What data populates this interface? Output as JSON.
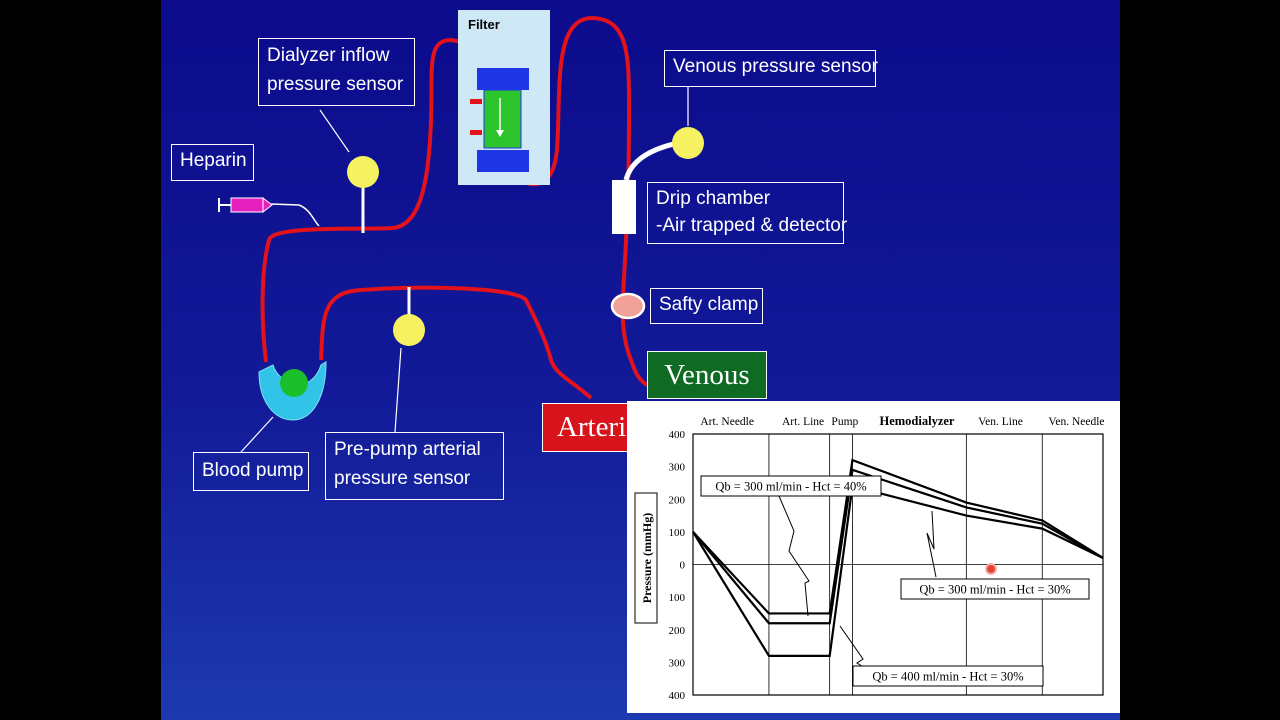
{
  "labels": {
    "filter": "Filter",
    "dialyzer_inflow": [
      "Dialyzer inflow",
      "pressure sensor"
    ],
    "heparin": "Heparin",
    "venous_pressure_sensor": "Venous pressure sensor",
    "drip_chamber": [
      "Drip chamber",
      "-Air trapped & detector"
    ],
    "safety_clamp": "Safty clamp",
    "venous": "Venous",
    "arterial": "Arterial",
    "blood_pump": "Blood pump",
    "pre_pump": [
      "Pre-pump arterial",
      "pressure sensor"
    ]
  },
  "colors": {
    "background": "#10168f",
    "tubing": "#e3121b",
    "sensor": "#f6f161",
    "pump": "#31c3e8",
    "filter_ends": "#1f36e6",
    "filter_core": "#2bc52b",
    "heparin_syringe": "#e61fbf",
    "venous_box": "#0f6b23",
    "arterial_box": "#d7141b"
  },
  "chart_data": {
    "type": "line",
    "title": "",
    "categories": [
      "Art. Needle",
      "Art. Line",
      "Pump",
      "Hemodialyzer",
      "Ven. Line",
      "Ven. Needle"
    ],
    "ylabel": "Pressure (mmHg)",
    "ylim": [
      -400,
      400
    ],
    "y_ticks": [
      400,
      300,
      200,
      100,
      0,
      100,
      200,
      300,
      400
    ],
    "x_positions": [
      0,
      1,
      1.8,
      2.1,
      3.6,
      4.6,
      5.4
    ],
    "series": [
      {
        "name": "Qb = 300 ml/min - Hct = 40%",
        "values": [
          100,
          -150,
          -150,
          320,
          190,
          135,
          20
        ]
      },
      {
        "name": "Qb = 300 ml/min - Hct = 30%",
        "values": [
          100,
          -180,
          -180,
          290,
          175,
          125,
          20
        ]
      },
      {
        "name": "Qb = 400 ml/min - Hct = 30%",
        "values": [
          100,
          -280,
          -280,
          240,
          150,
          110,
          20
        ]
      }
    ],
    "annotations": [
      "Qb = 300 ml/min - Hct = 40%",
      "Qb = 300 ml/min - Hct = 30%",
      "Qb = 400 ml/min - Hct = 30%"
    ]
  }
}
